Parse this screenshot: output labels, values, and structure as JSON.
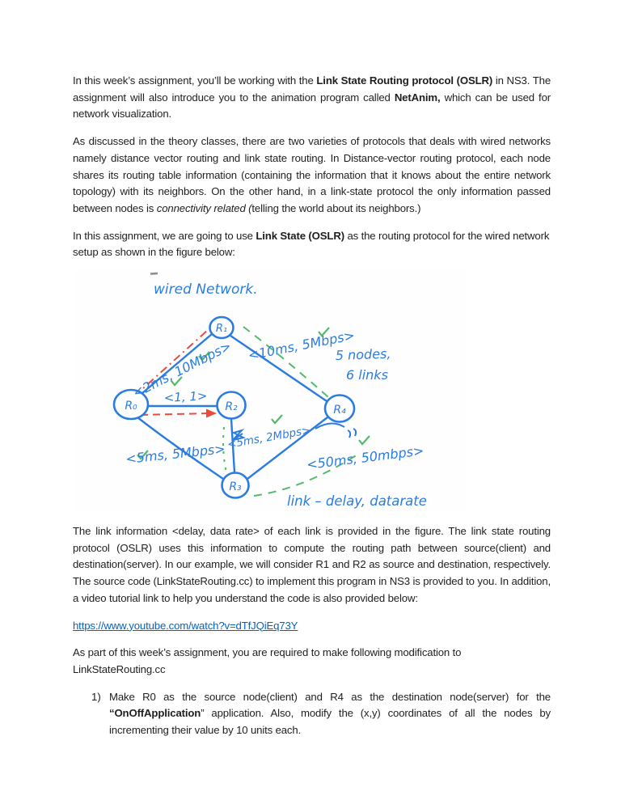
{
  "document": {
    "p1": {
      "r1": "In this week’s assignment, you’ll be working with the ",
      "b1": "Link State Routing protocol (OSLR)",
      "r2": " in NS3. The assignment will also introduce you to the animation program called ",
      "b2": "NetAnim,",
      "r3": " which can be used for network visualization."
    },
    "p2": {
      "r1": "As discussed in the theory classes, there are two varieties of protocols that deals with wired networks namely distance vector routing and link state routing. In Distance-vector routing protocol, each node shares its routing table information (containing the information that it knows about the entire network topology) with its neighbors. On the other hand, in a link-state protocol the only information passed between nodes is ",
      "i1": "connectivity related (",
      "r2": "telling the world about its neighbors.)"
    },
    "p3": {
      "r1": "In this assignment, we are going to use ",
      "b1": "Link State (OSLR)",
      "r2": " as the routing protocol for the wired network setup as shown in the figure below:"
    },
    "p4": "The link information <delay, data rate> of each link is provided in the figure. The link state routing protocol (OSLR) uses this information to compute the routing path between source(client) and destination(server). In our example, we will consider R1 and R2 as source and destination, respectively. The source code (LinkStateRouting.cc) to implement this program in NS3 is provided to you.  In addition, a video tutorial link to help you understand the code is also provided below:",
    "link_url": "https://www.youtube.com/watch?v=dTfJQiEq73Y",
    "p5": "As part of this week’s assignment, you are required to make following modification to LinkStateRouting.cc",
    "list_item1": {
      "marker": "1)",
      "r1": "Make R0 as the source node(client) and R4 as the destination node(server) for the ",
      "b1": "“OnOffApplication",
      "r2": "” application.  Also, modify the (x,y) coordinates of all the nodes by incrementing their value by 10 units each."
    }
  },
  "figure": {
    "title": "wired Network.",
    "nodes": [
      {
        "id": "R0",
        "label": "R₀"
      },
      {
        "id": "R1",
        "label": "R₁"
      },
      {
        "id": "R2",
        "label": "R₂"
      },
      {
        "id": "R3",
        "label": "R₃"
      },
      {
        "id": "R4",
        "label": "R₄"
      }
    ],
    "links": [
      {
        "from": "R0",
        "to": "R1",
        "label": "<2ms, 10Mbps>"
      },
      {
        "from": "R1",
        "to": "R4",
        "label": "<10ms, 5Mbps>"
      },
      {
        "from": "R0",
        "to": "R2",
        "label": "<1, 1>"
      },
      {
        "from": "R0",
        "to": "R3",
        "label": "<5ms, 5Mbps>"
      },
      {
        "from": "R2",
        "to": "R3",
        "label": "<5ms, 2Mbps>"
      },
      {
        "from": "R3",
        "to": "R4",
        "label": "<50ms, 50mbps>"
      }
    ],
    "note_nodes": "5 nodes,",
    "note_links": "6 links",
    "legend": "link  –  delay, datarate",
    "colors": {
      "ink_blue": "#2b7ce0",
      "mark_red": "#e84c3d",
      "mark_green": "#54b96a",
      "link_blue": "#0563C1"
    }
  }
}
